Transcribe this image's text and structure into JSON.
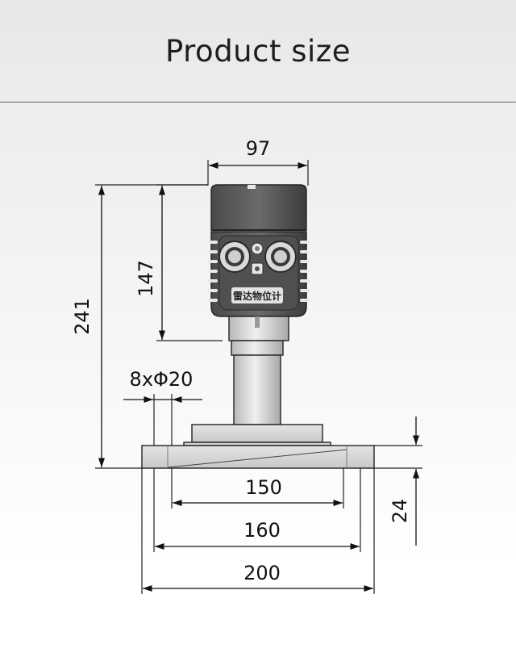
{
  "page": {
    "title": "Product size"
  },
  "device": {
    "nameplate": "雷达物位计"
  },
  "dimensions": {
    "housing_width": "97",
    "total_height": "241",
    "housing_height": "147",
    "bolt_holes": "8xΦ20",
    "flange_thickness": "24",
    "bolt_circle_inner": "150",
    "bolt_circle": "160",
    "flange_diameter": "200"
  },
  "colors": {
    "line": "#111111",
    "housing_dark": "#3a3a3a",
    "housing_mid": "#5a5a5a",
    "stem": "#cfcfcf"
  }
}
